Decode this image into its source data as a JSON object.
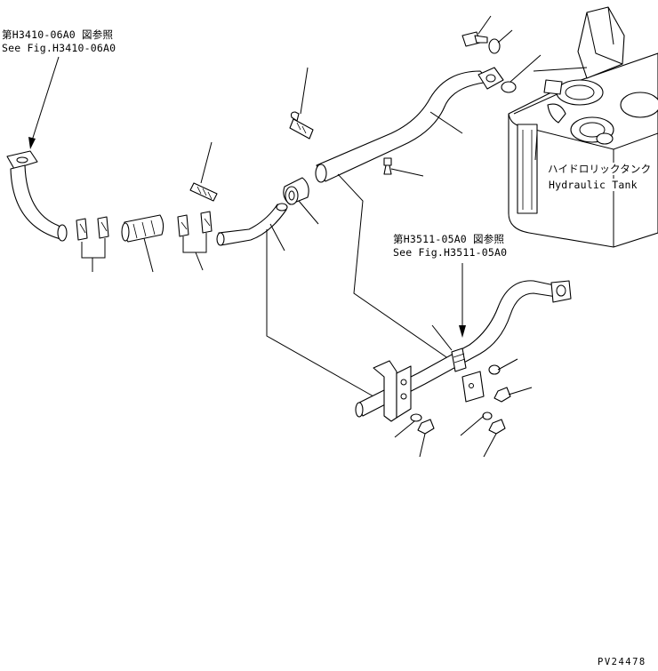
{
  "labels": {
    "ref_top_left_jp": "第H3410-06A0 図参照",
    "ref_top_left_en": "See Fig.H3410-06A0",
    "ref_middle_jp": "第H3511-05A0 図参照",
    "ref_middle_en": "See Fig.H3511-05A0",
    "tank_jp": "ハイドロリックタンク",
    "tank_en": "Hydraulic Tank",
    "drawing_code": "PV24478"
  },
  "icons": {
    "reference_arrow": "arrow-down-icon"
  }
}
